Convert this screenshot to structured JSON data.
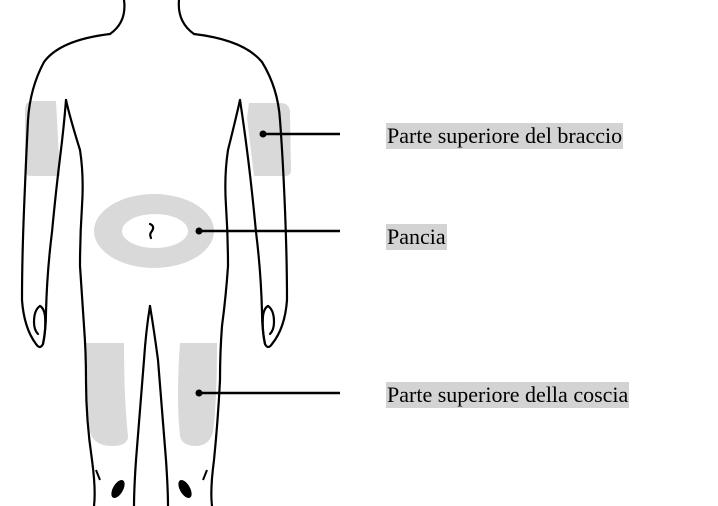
{
  "colors": {
    "outline": "#000000",
    "injection_zone": "#d9d9d9",
    "label_highlight": "#d3d3d3",
    "background": "#ffffff"
  },
  "injection_sites": [
    {
      "id": "arm",
      "label": "Parte superiore del braccio"
    },
    {
      "id": "belly",
      "label": "Pancia"
    },
    {
      "id": "thigh",
      "label": "Parte superiore della coscia"
    }
  ]
}
